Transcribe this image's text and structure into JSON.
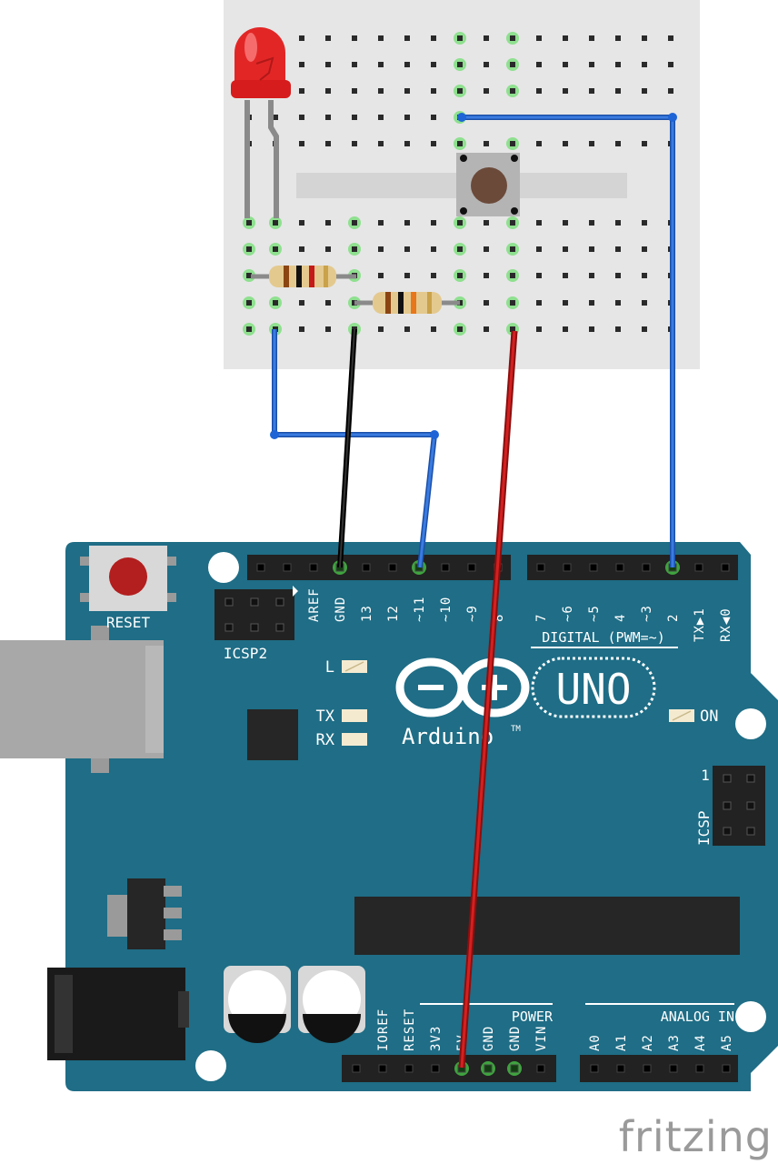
{
  "board": {
    "name": "Arduino",
    "model": "UNO",
    "trademark": "TM",
    "reset_label": "RESET",
    "icsp2_label": "ICSP2",
    "icsp_label": "ICSP",
    "icsp_pin1": "1",
    "led_l": "L",
    "led_tx": "TX",
    "led_rx": "RX",
    "led_on": "ON",
    "digital_label": "DIGITAL (PWM=~)",
    "power_label": "POWER",
    "analog_label": "ANALOG IN",
    "digital_pins_left": [
      "AREF",
      "GND",
      "13",
      "12",
      "~11",
      "~10",
      "~9",
      "8"
    ],
    "digital_pins_right": [
      "7",
      "~6",
      "~5",
      "4",
      "~3",
      "2",
      "TX▶1",
      "RX◀0"
    ],
    "power_pins": [
      "IOREF",
      "RESET",
      "3V3",
      "5V",
      "GND",
      "GND",
      "VIN"
    ],
    "analog_pins": [
      "A0",
      "A1",
      "A2",
      "A3",
      "A4",
      "A5"
    ]
  },
  "components": {
    "led": "red-led",
    "resistors": [
      "resistor-1",
      "resistor-2"
    ],
    "button": "pushbutton"
  },
  "wires": [
    {
      "color": "#1f64d6",
      "from": "breadboard",
      "to": "pin 2"
    },
    {
      "color": "#1f64d6",
      "from": "breadboard",
      "to": "pin ~11"
    },
    {
      "color": "#111111",
      "from": "breadboard",
      "to": "GND"
    },
    {
      "color": "#c41a1a",
      "from": "breadboard",
      "to": "5V"
    }
  ],
  "colors": {
    "board": "#1f6d86",
    "breadboard": "#e6e6e6",
    "header": "#222222",
    "led": "#e22626"
  },
  "watermark": "fritzing"
}
